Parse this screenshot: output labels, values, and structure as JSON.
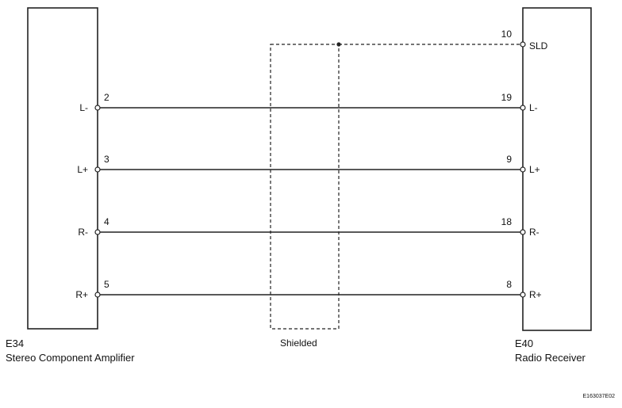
{
  "left_component": {
    "code": "E34",
    "name": "Stereo Component Amplifier"
  },
  "right_component": {
    "code": "E40",
    "name": "Radio Receiver"
  },
  "shield_label": "Shielded",
  "shield_pin": {
    "number": "10",
    "signal": "SLD"
  },
  "connections": [
    {
      "left_signal": "L-",
      "left_pin": "2",
      "right_pin": "19",
      "right_signal": "L-"
    },
    {
      "left_signal": "L+",
      "left_pin": "3",
      "right_pin": "9",
      "right_signal": "L+"
    },
    {
      "left_signal": "R-",
      "left_pin": "4",
      "right_pin": "18",
      "right_signal": "R-"
    },
    {
      "left_signal": "R+",
      "left_pin": "5",
      "right_pin": "8",
      "right_signal": "R+"
    }
  ],
  "figure_code": "E163037E02"
}
